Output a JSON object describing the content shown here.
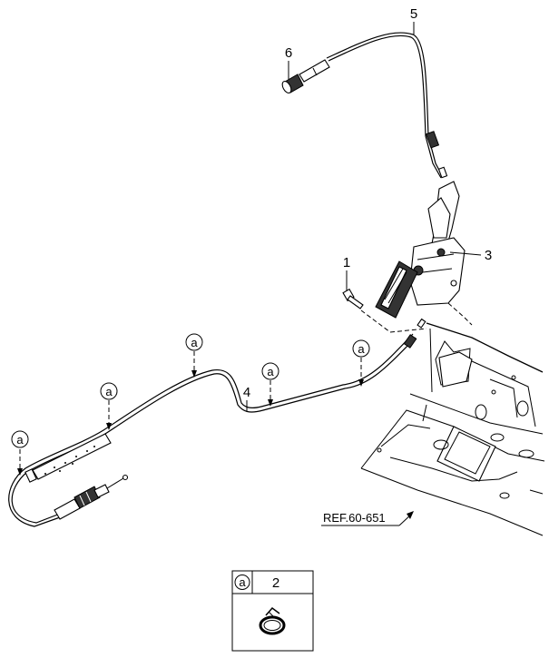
{
  "callouts": {
    "c1": "1",
    "c2": "2",
    "c3": "3",
    "c4": "4",
    "c5": "5",
    "c6": "6"
  },
  "markers": {
    "a_letter": "a"
  },
  "reference": {
    "label": "REF.60-651"
  },
  "legend": {
    "symbol": "a",
    "part_number": "2"
  }
}
